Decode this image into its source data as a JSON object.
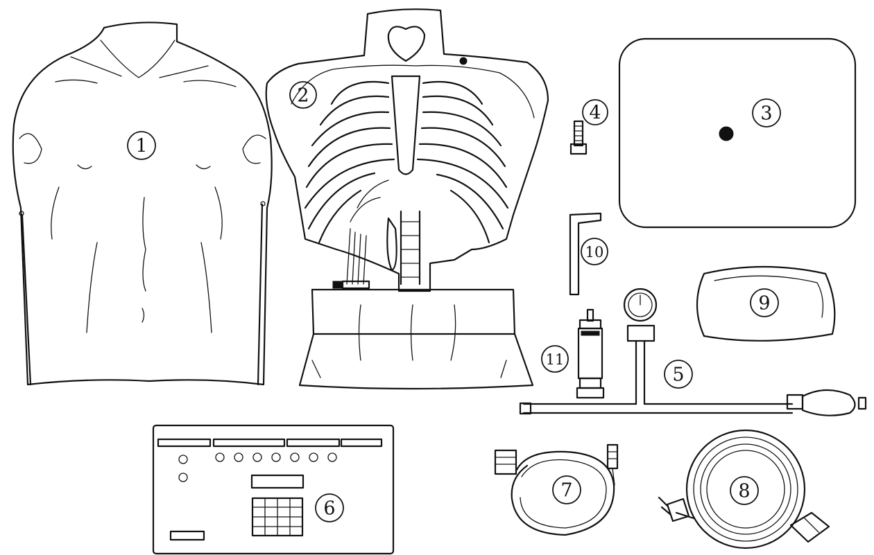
{
  "colors": {
    "ink": "#111111",
    "background": "#ffffff"
  },
  "labels": {
    "torso_skin": "1",
    "skeleton_torso": "2",
    "base_pad": "3",
    "screw": "4",
    "pressure_bulb_assembly": "5",
    "control_box": "6",
    "data_cable": "7",
    "power_cable": "8",
    "pouch": "9",
    "hex_key": "10",
    "syringe": "11"
  }
}
